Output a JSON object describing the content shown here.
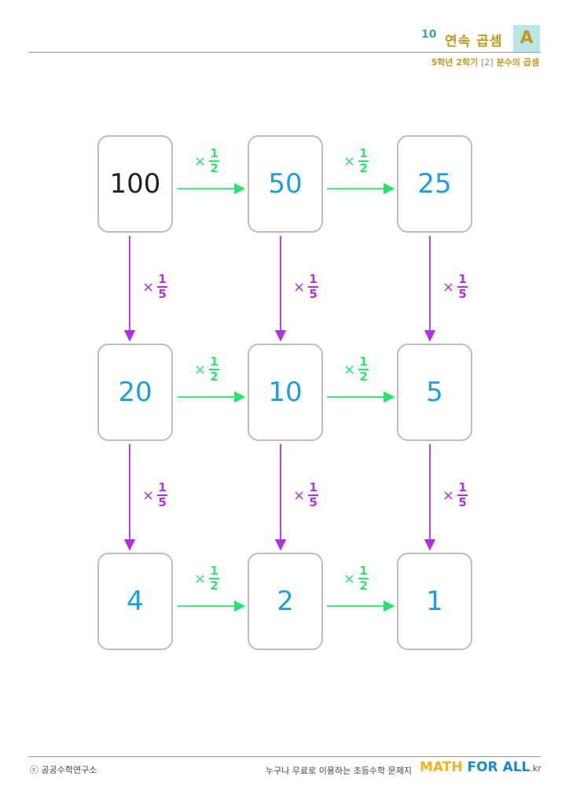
{
  "header": {
    "number": "10",
    "title": "연속 곱셈",
    "level": "A",
    "grade": "5학년 2학기",
    "chapter": "[2]",
    "unit": "분수의 곱셈"
  },
  "colors": {
    "gold": "#c09a1c",
    "teal": "#3aa6a0",
    "number_blue": "#1a9fe0",
    "arrow_green": "#2ee06e",
    "arrow_purple": "#b42fe0",
    "box_border": "#bdbdbd"
  },
  "grid": {
    "cells": [
      "100",
      "50",
      "25",
      "20",
      "10",
      "5",
      "4",
      "2",
      "1"
    ],
    "horizontal_op": {
      "symbol": "×",
      "numerator": "1",
      "denominator": "2"
    },
    "vertical_op": {
      "symbol": "×",
      "numerator": "1",
      "denominator": "5"
    }
  },
  "footer": {
    "copyright": "ⓒ 공공수학연구소",
    "tagline": "누구나 무료로 이용하는 초등수학 문제지",
    "brand_math": "MATH",
    "brand_forall": " FOR ALL",
    "brand_kr": ".kr"
  }
}
